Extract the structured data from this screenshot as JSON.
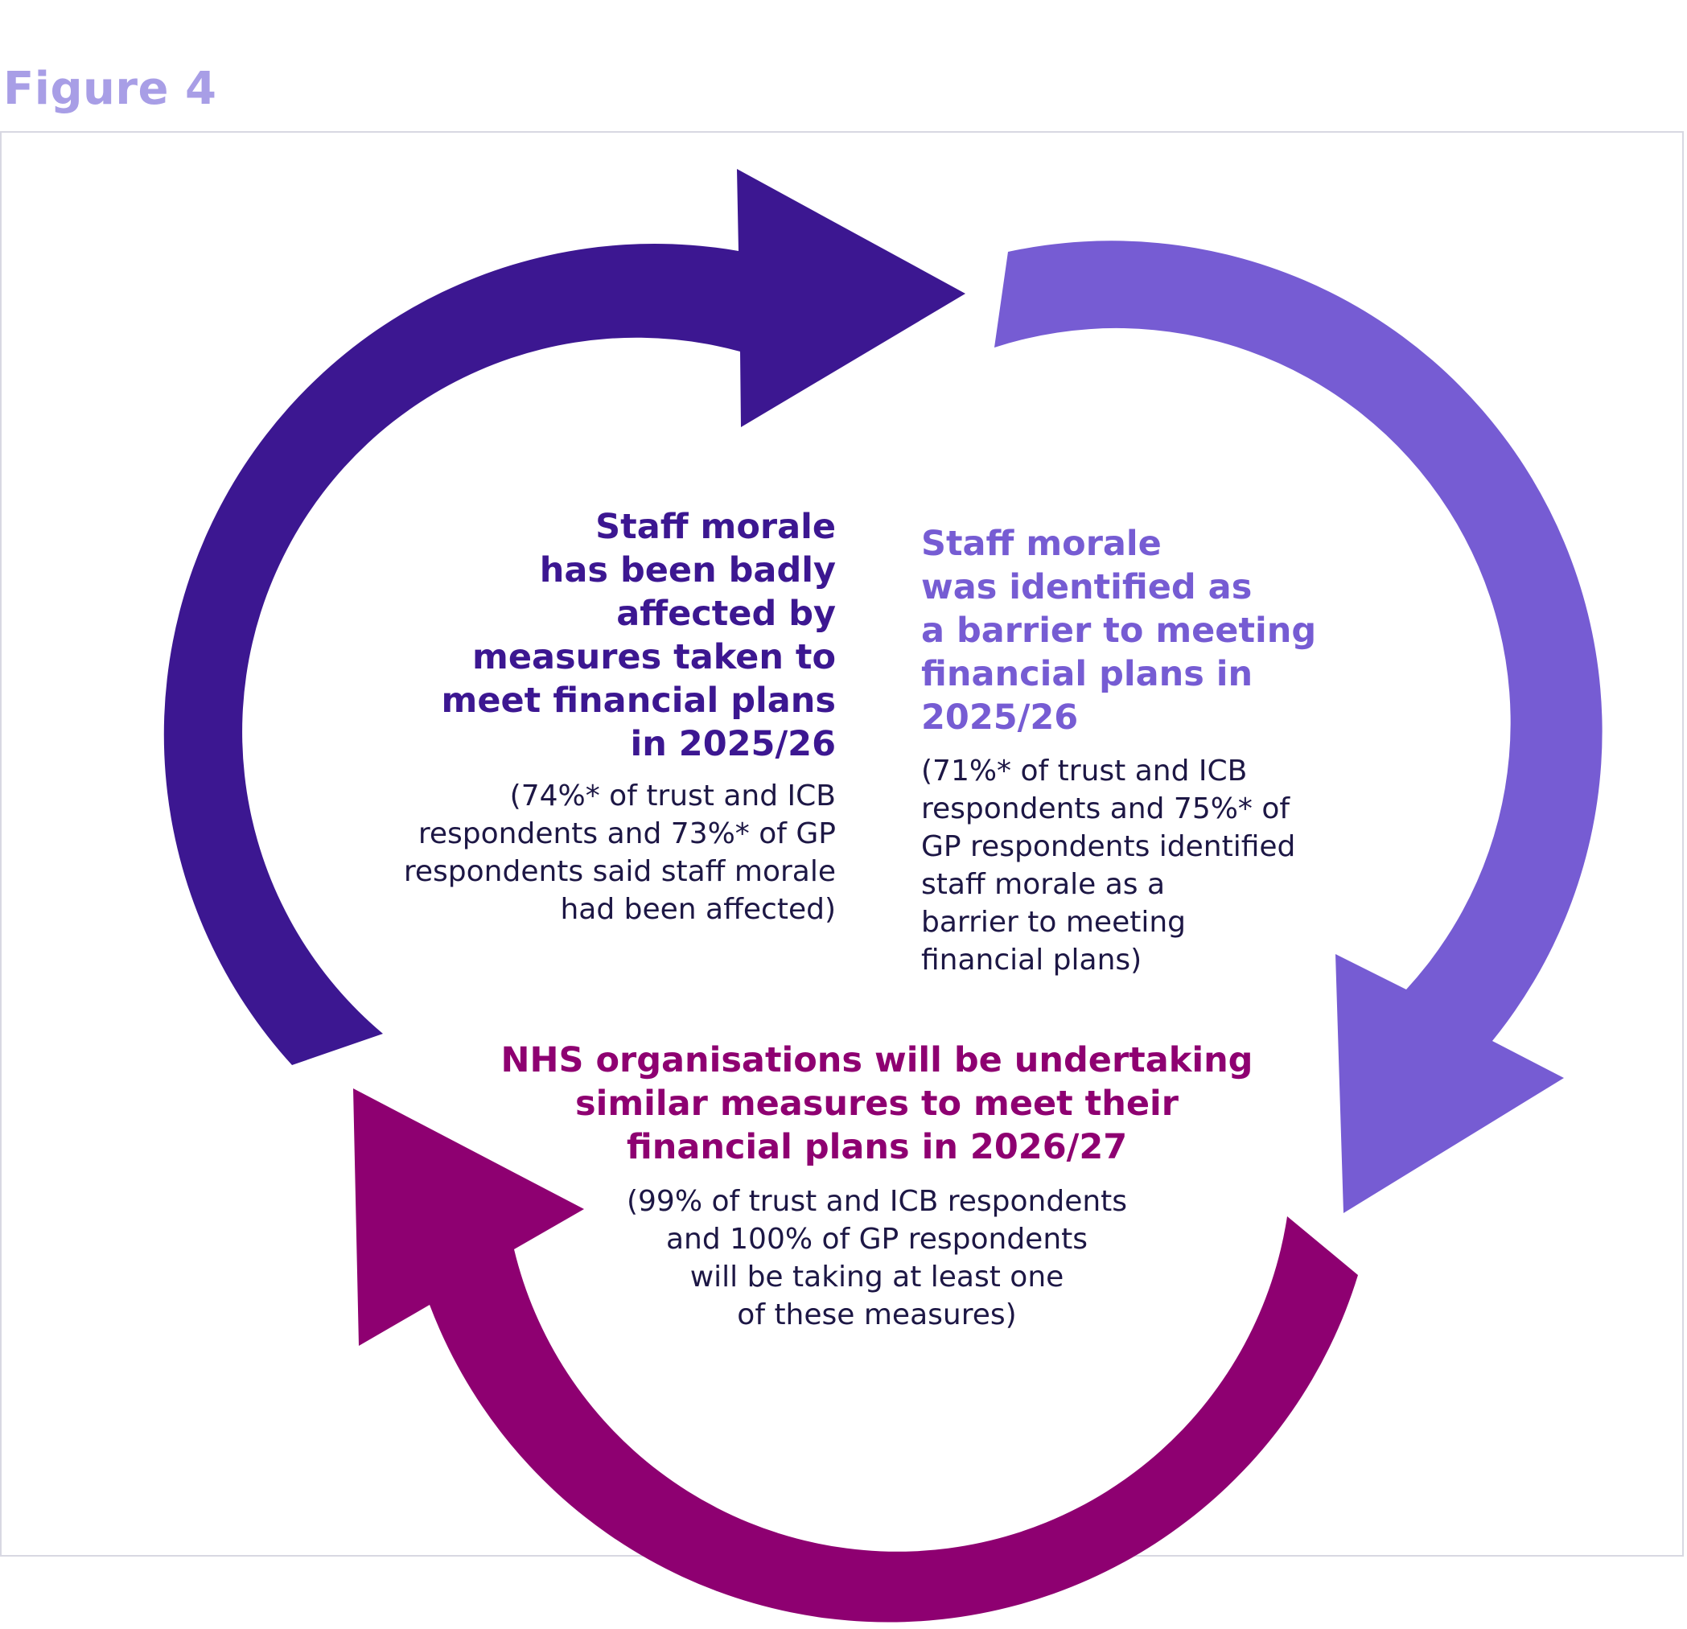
{
  "figure_label": "Figure 4",
  "colors": {
    "dark_purple": "#3c1791",
    "light_purple": "#765cd3",
    "magenta": "#8e0071",
    "detail_text": "#1d1745",
    "figure_label": "#a89ee6",
    "frame_border": "#d8d8e2"
  },
  "cycle": [
    {
      "id": "left",
      "statement": "Staff morale\nhas been badly\naffected by\nmeasures taken to\nmeet financial plans\nin 2025/26",
      "detail": "(74%* of trust and ICB\nrespondents and 73%* of GP\nrespondents said staff morale\nhad been affected)"
    },
    {
      "id": "right",
      "statement": "Staff morale\nwas identified as\na barrier to meeting\nfinancial plans in\n2025/26",
      "detail": "(71%* of trust and ICB\nrespondents and 75%* of\nGP respondents identified\nstaff morale as a\nbarrier to meeting\nfinancial plans)"
    },
    {
      "id": "bottom",
      "statement": "NHS organisations will be undertaking\nsimilar measures to meet their\nfinancial plans in 2026/27",
      "detail": "(99% of trust and ICB respondents\nand 100% of GP respondents\nwill be taking at least one\nof these measures)"
    }
  ]
}
